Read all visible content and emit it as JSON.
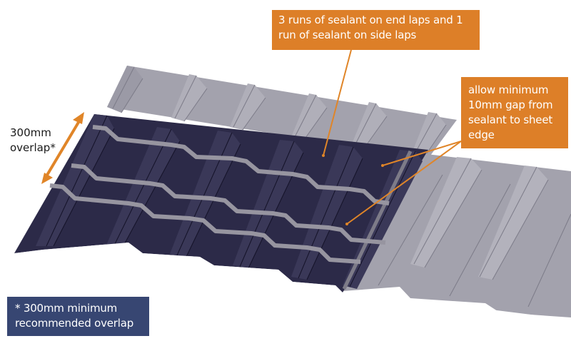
{
  "diagram": {
    "type": "roof-sheet-end-lap-illustration",
    "colors": {
      "callout_orange": "#dd7f28",
      "callout_navy": "#374672",
      "sheet_grey": "#a3a2ad",
      "sheet_grey_dark": "#8e8d99",
      "sheet_dark": "#2c2a48",
      "sheet_dark_shade": "#1f1d38",
      "sealant": "#9795a0",
      "arrow": "#e08528"
    },
    "overlap_dimension": {
      "line1": "300mm",
      "line2": "overlap*"
    },
    "callouts": {
      "sealant_runs": {
        "line1": "3 runs of sealant on end laps and 1",
        "line2": "run of sealant on side laps"
      },
      "gap": {
        "line1": "allow minimum",
        "line2": "10mm gap from",
        "line3": "sealant to sheet",
        "line4": "edge"
      },
      "footnote": {
        "line1": "* 300mm minimum",
        "line2": "recommended overlap"
      }
    }
  }
}
